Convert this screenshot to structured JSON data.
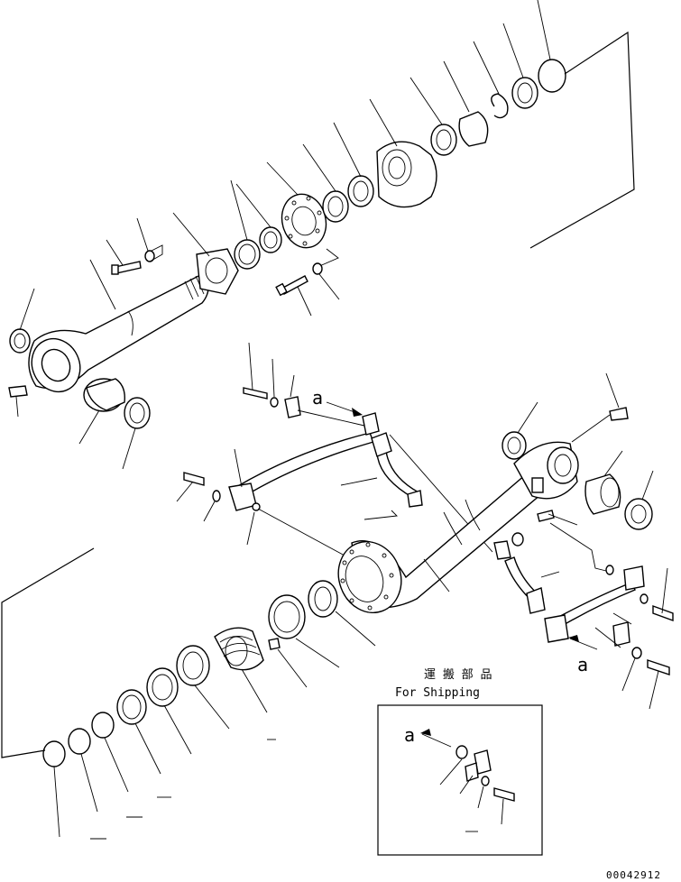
{
  "drawing": {
    "view_marker": "a",
    "inset_title": "運 搬 部 品",
    "inset_subtitle": "For Shipping",
    "inset_marker": "a",
    "figure_number": "00042912"
  }
}
